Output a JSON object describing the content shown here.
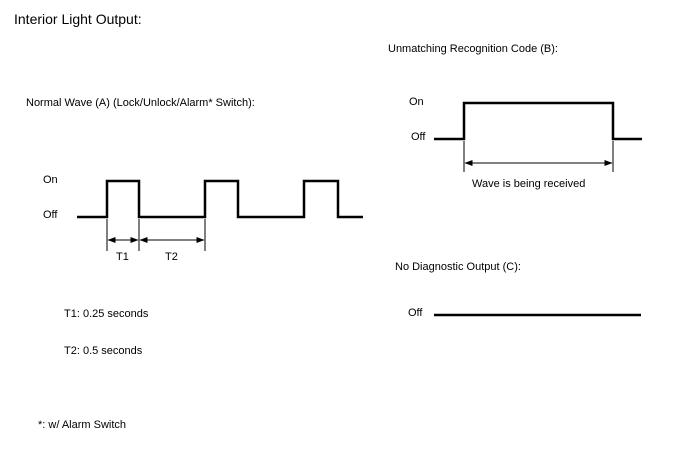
{
  "title": "Interior Light Output:",
  "wave_a": {
    "heading": "Normal Wave (A) (Lock/Unlock/Alarm* Switch):",
    "on_label": "On",
    "off_label": "Off",
    "t1_label": "T1",
    "t2_label": "T2"
  },
  "wave_b": {
    "heading": "Unmatching Recognition Code (B):",
    "on_label": "On",
    "off_label": "Off",
    "dimension_label": "Wave is being received"
  },
  "wave_c": {
    "heading": "No Diagnostic Output (C):",
    "off_label": "Off"
  },
  "notes": {
    "t1": "T1: 0.25 seconds",
    "t2": "T2: 0.5 seconds",
    "footnote": "*: w/ Alarm Switch"
  }
}
